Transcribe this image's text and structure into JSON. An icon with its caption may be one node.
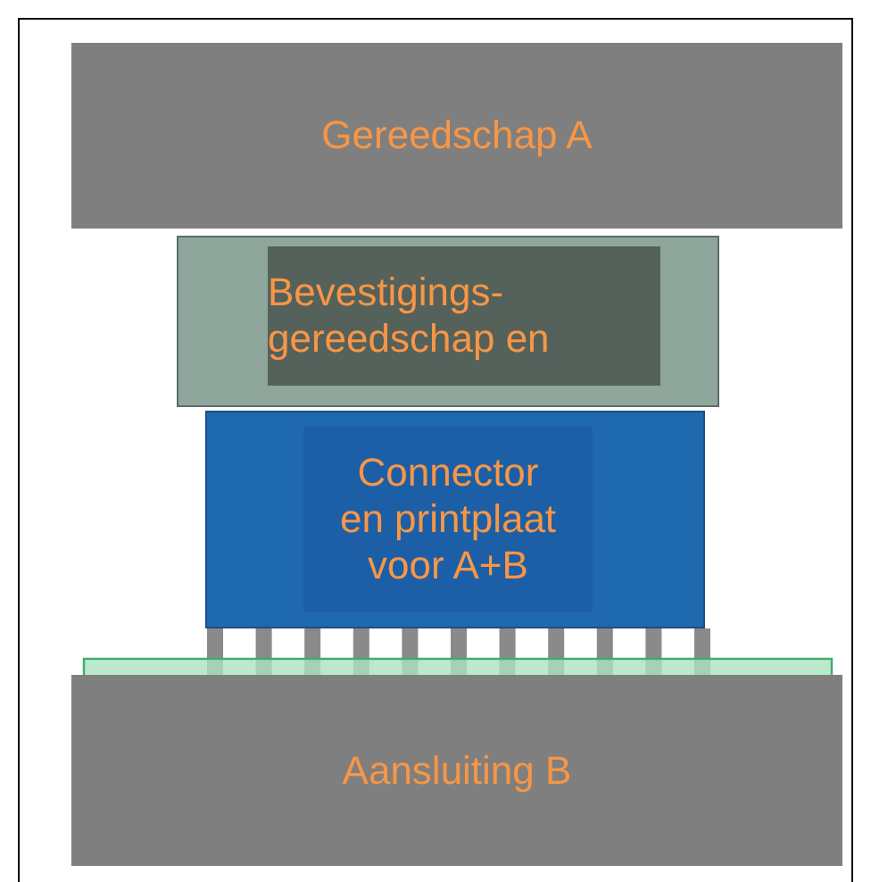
{
  "diagram": {
    "nodes": [
      {
        "text": [
          "Gereedschap A"
        ]
      },
      {
        "text": [
          "Bevestigings- gereedschap en"
        ]
      },
      {
        "text": [
          "Connector en printplaat voor A+B"
        ]
      },
      {
        "text": [
          "Aansluiting B"
        ]
      }
    ]
  }
}
